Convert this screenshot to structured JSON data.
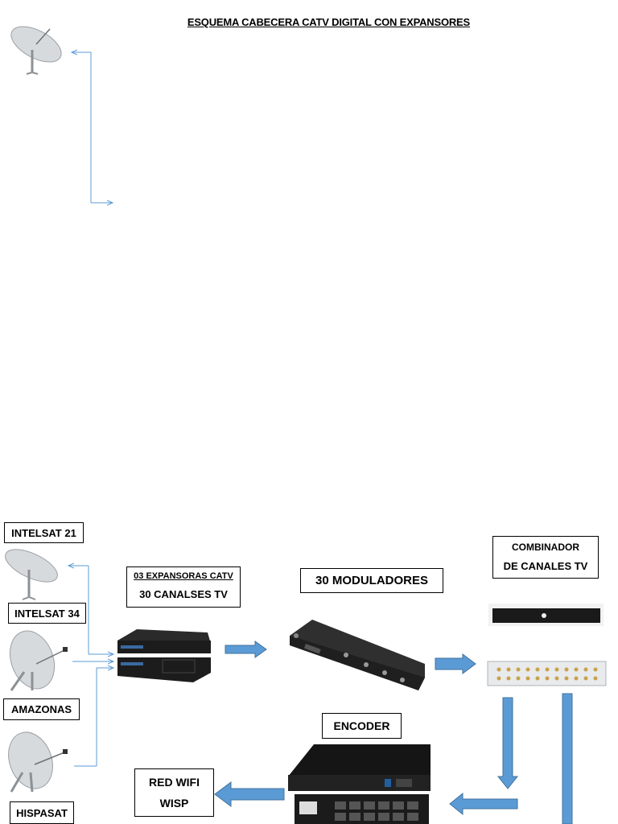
{
  "title": "ESQUEMA CABECERA CATV DIGITAL CON EXPANSORES",
  "labels": {
    "intelsat21": "INTELSAT 21",
    "intelsat34": "INTELSAT 34",
    "amazonas": "AMAZONAS",
    "hispasat": "HISPASAT",
    "expansoras_line1": "03 EXPANSORAS CATV",
    "expansoras_line2": "30 CANALSES TV",
    "moduladores": "30 MODULADORES",
    "combinador_line1": "COMBINADOR",
    "combinador_line2": "DE CANALES TV",
    "encoder": "ENCODER",
    "wifi_line1": "RED WIFI",
    "wifi_line2": "WISP"
  },
  "colors": {
    "arrow_blue": "#5b9bd5",
    "connector_blue": "#5b9bd5",
    "device_dark": "#1e1e1e"
  },
  "icons": [
    "satellite-dish-icon",
    "expansor-device-icon",
    "modulator-rack-icon",
    "combiner-rack-icon",
    "encoder-rack-icon"
  ]
}
